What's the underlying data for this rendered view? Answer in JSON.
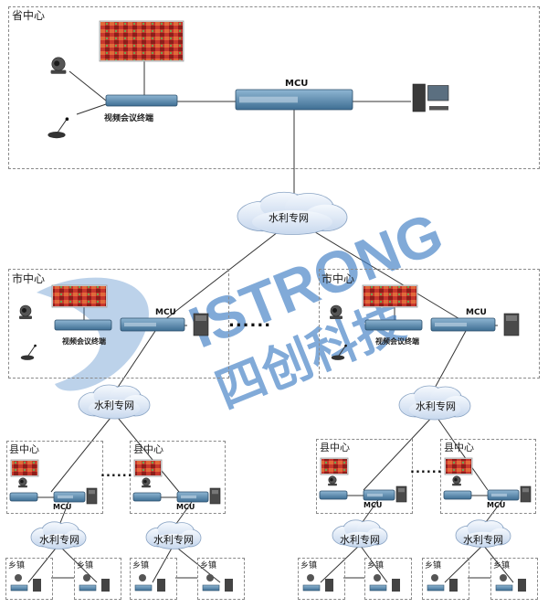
{
  "province": {
    "label": "省中心",
    "mcu_label": "MCU",
    "terminal_label": "视频会议终端"
  },
  "network_label": "水利专网",
  "city": {
    "label": "市中心",
    "mcu_label": "MCU",
    "terminal_label": "视频会议终端"
  },
  "county": {
    "label": "县中心",
    "mcu_label": "MCU"
  },
  "town": {
    "label": "乡镇"
  },
  "ellipsis": "......",
  "watermark": {
    "text_en": "ISTRONG",
    "text_cn": "四创科技"
  },
  "colors": {
    "device_blue": "#5f90b3",
    "screen_red": "#c8362d",
    "cloud_fill": "#dfeaf7",
    "watermark_blue": "#3f7dc4"
  }
}
